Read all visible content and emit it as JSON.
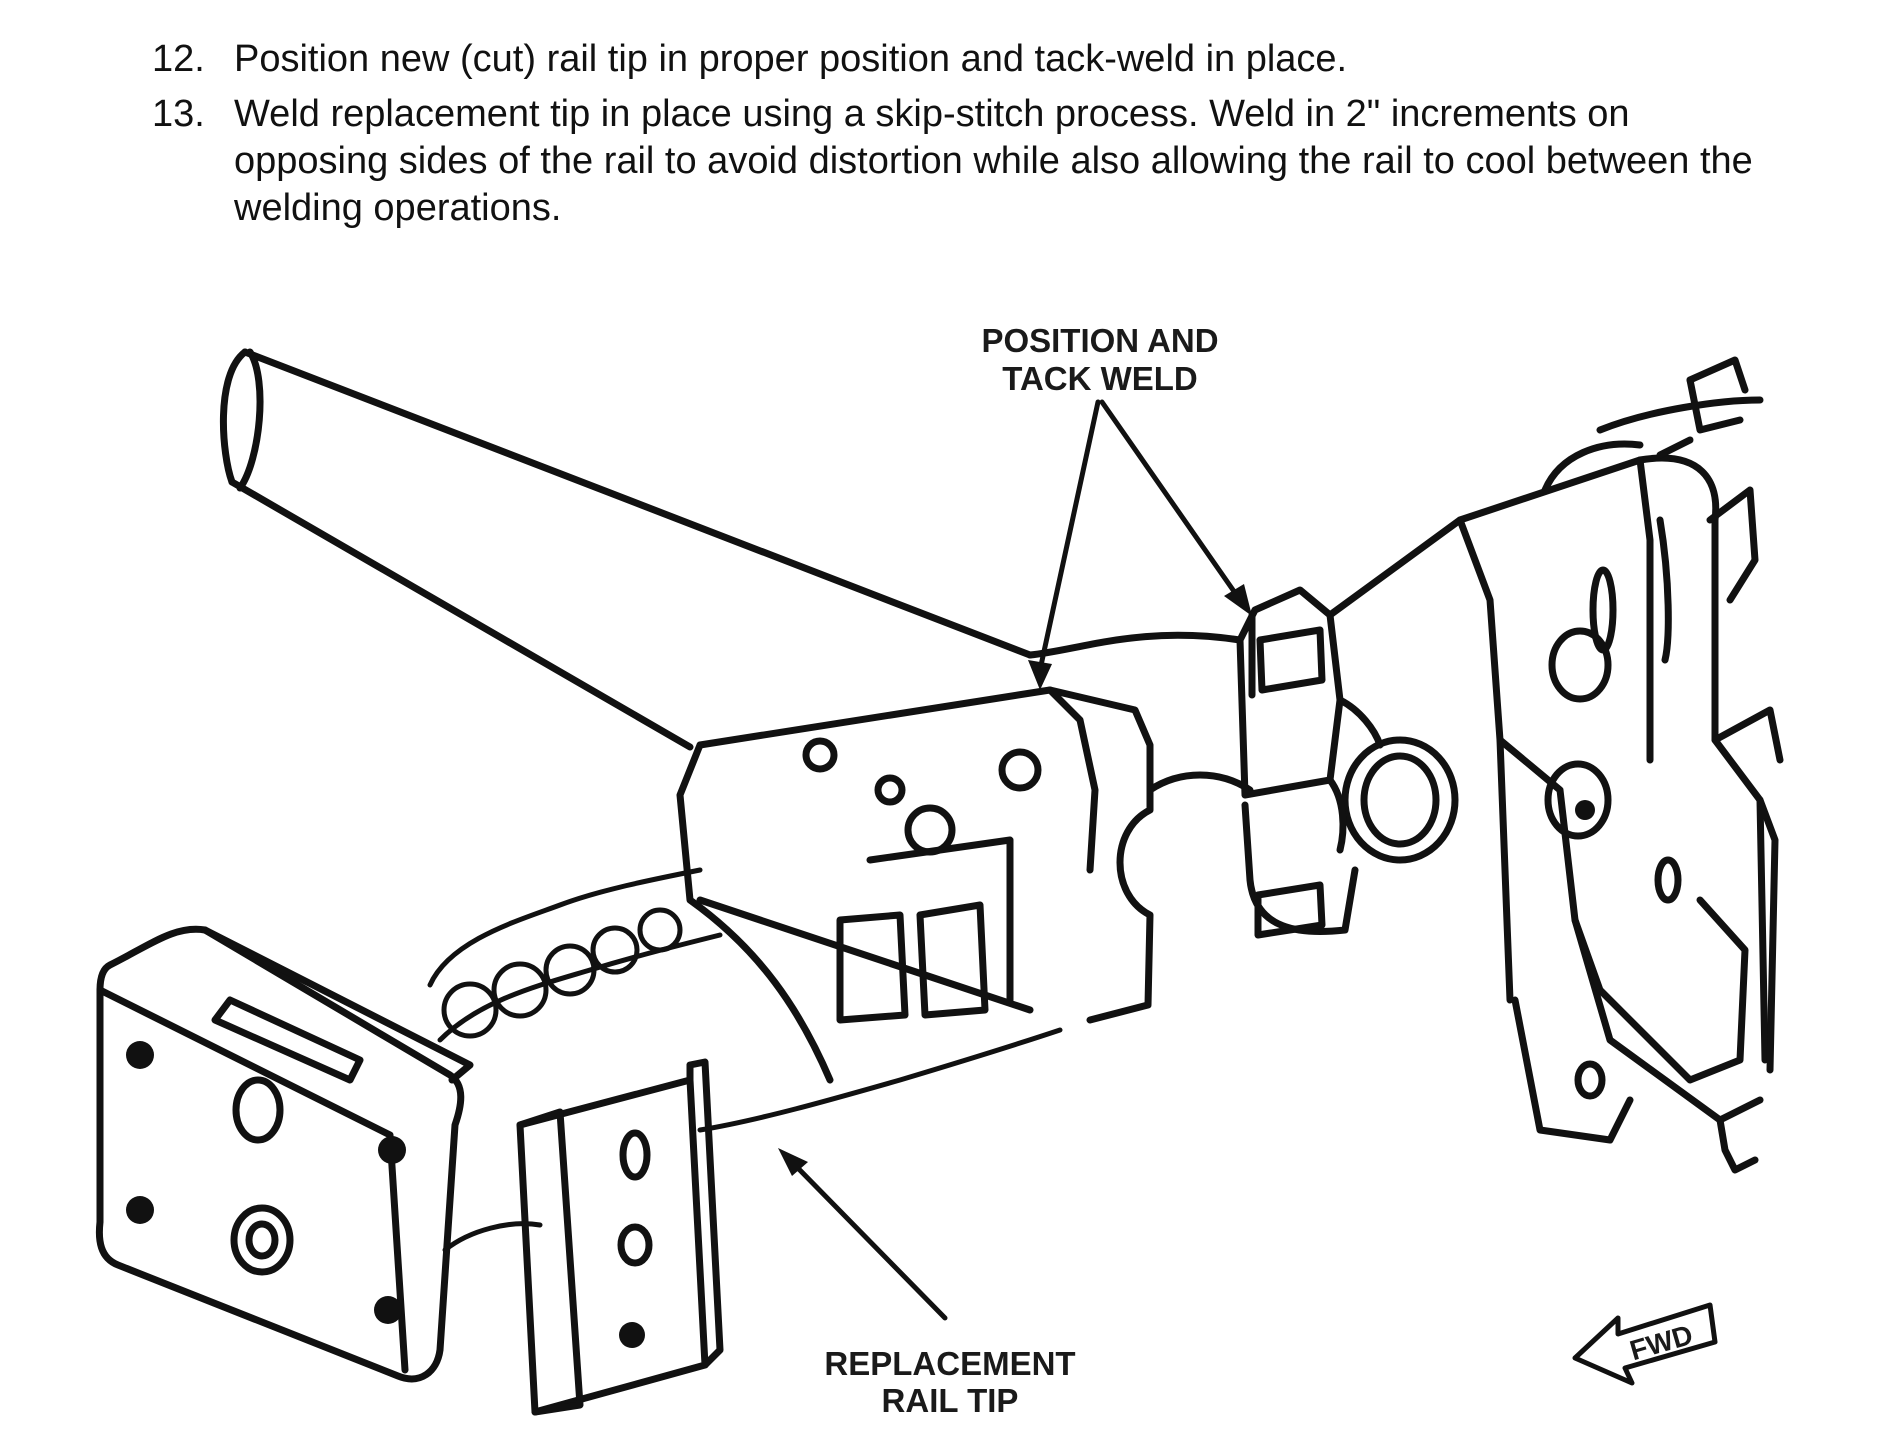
{
  "instructions": [
    {
      "number": "12.",
      "text": "Position new (cut) rail tip in proper position and tack-weld in place."
    },
    {
      "number": "13.",
      "text": "Weld replacement tip in place using a skip-stitch process.  Weld in 2\" increments on opposing sides of the rail to avoid distortion while also allowing the rail to cool between the welding operations."
    }
  ],
  "figure": {
    "callouts": {
      "position_tack_line1": "POSITION AND",
      "position_tack_line2": "TACK WELD",
      "replacement_line1": "REPLACEMENT",
      "replacement_line2": "RAIL TIP"
    },
    "direction_label": "FWD"
  }
}
